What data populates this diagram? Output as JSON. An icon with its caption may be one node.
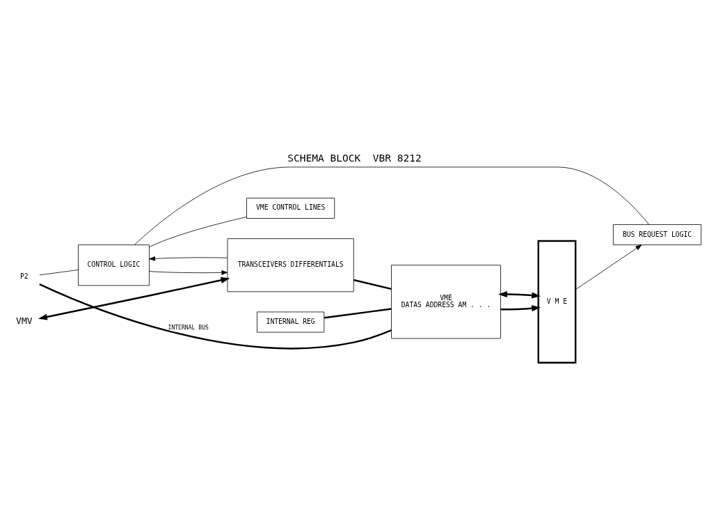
{
  "diagram": {
    "title": "SCHEMA BLOCK  VBR 8212",
    "nodes": [
      {
        "text": [
          "INTERNAL REG"
        ]
      },
      {
        "text": [
          "P2"
        ]
      },
      {
        "text": [
          "VME",
          "DATAS ADDRESS AM . . ."
        ]
      },
      {
        "text": [
          "VMV"
        ]
      },
      {
        "text": [
          "TRANSCEIVERS DIFFERENTIALS"
        ]
      },
      {
        "text": [
          "VME CONTROL LINES"
        ]
      },
      {
        "text": [
          "BUS REQUEST LOGIC"
        ]
      },
      {
        "text": [
          "CONTROL LOGIC"
        ]
      },
      {
        "text": [
          "V M E"
        ]
      }
    ],
    "edges": [
      {
        "from": 1,
        "to": 2,
        "arrow": "none",
        "label": "INTERNAL BUS",
        "style": "thick"
      },
      {
        "from": 0,
        "to": 2,
        "arrow": "none",
        "style": "thick"
      },
      {
        "from": 4,
        "to": 2,
        "arrow": "none",
        "style": "thick"
      },
      {
        "from": 1,
        "to": 7,
        "arrow": "none"
      },
      {
        "from": 3,
        "to": 4,
        "arrow": "both",
        "style": "thick"
      },
      {
        "from": 2,
        "to": 8,
        "arrow": "to",
        "style": "thick"
      },
      {
        "from": 2,
        "to": 8,
        "arrow": "both",
        "style": "thick"
      },
      {
        "from": 4,
        "to": 7,
        "arrow": "to"
      },
      {
        "from": 7,
        "to": 4,
        "arrow": "to"
      },
      {
        "from": 7,
        "to": 5,
        "arrow": "none"
      },
      {
        "from": 7,
        "to": 6,
        "arrow": "none"
      },
      {
        "from": 8,
        "to": 6,
        "arrow": "to"
      }
    ]
  }
}
